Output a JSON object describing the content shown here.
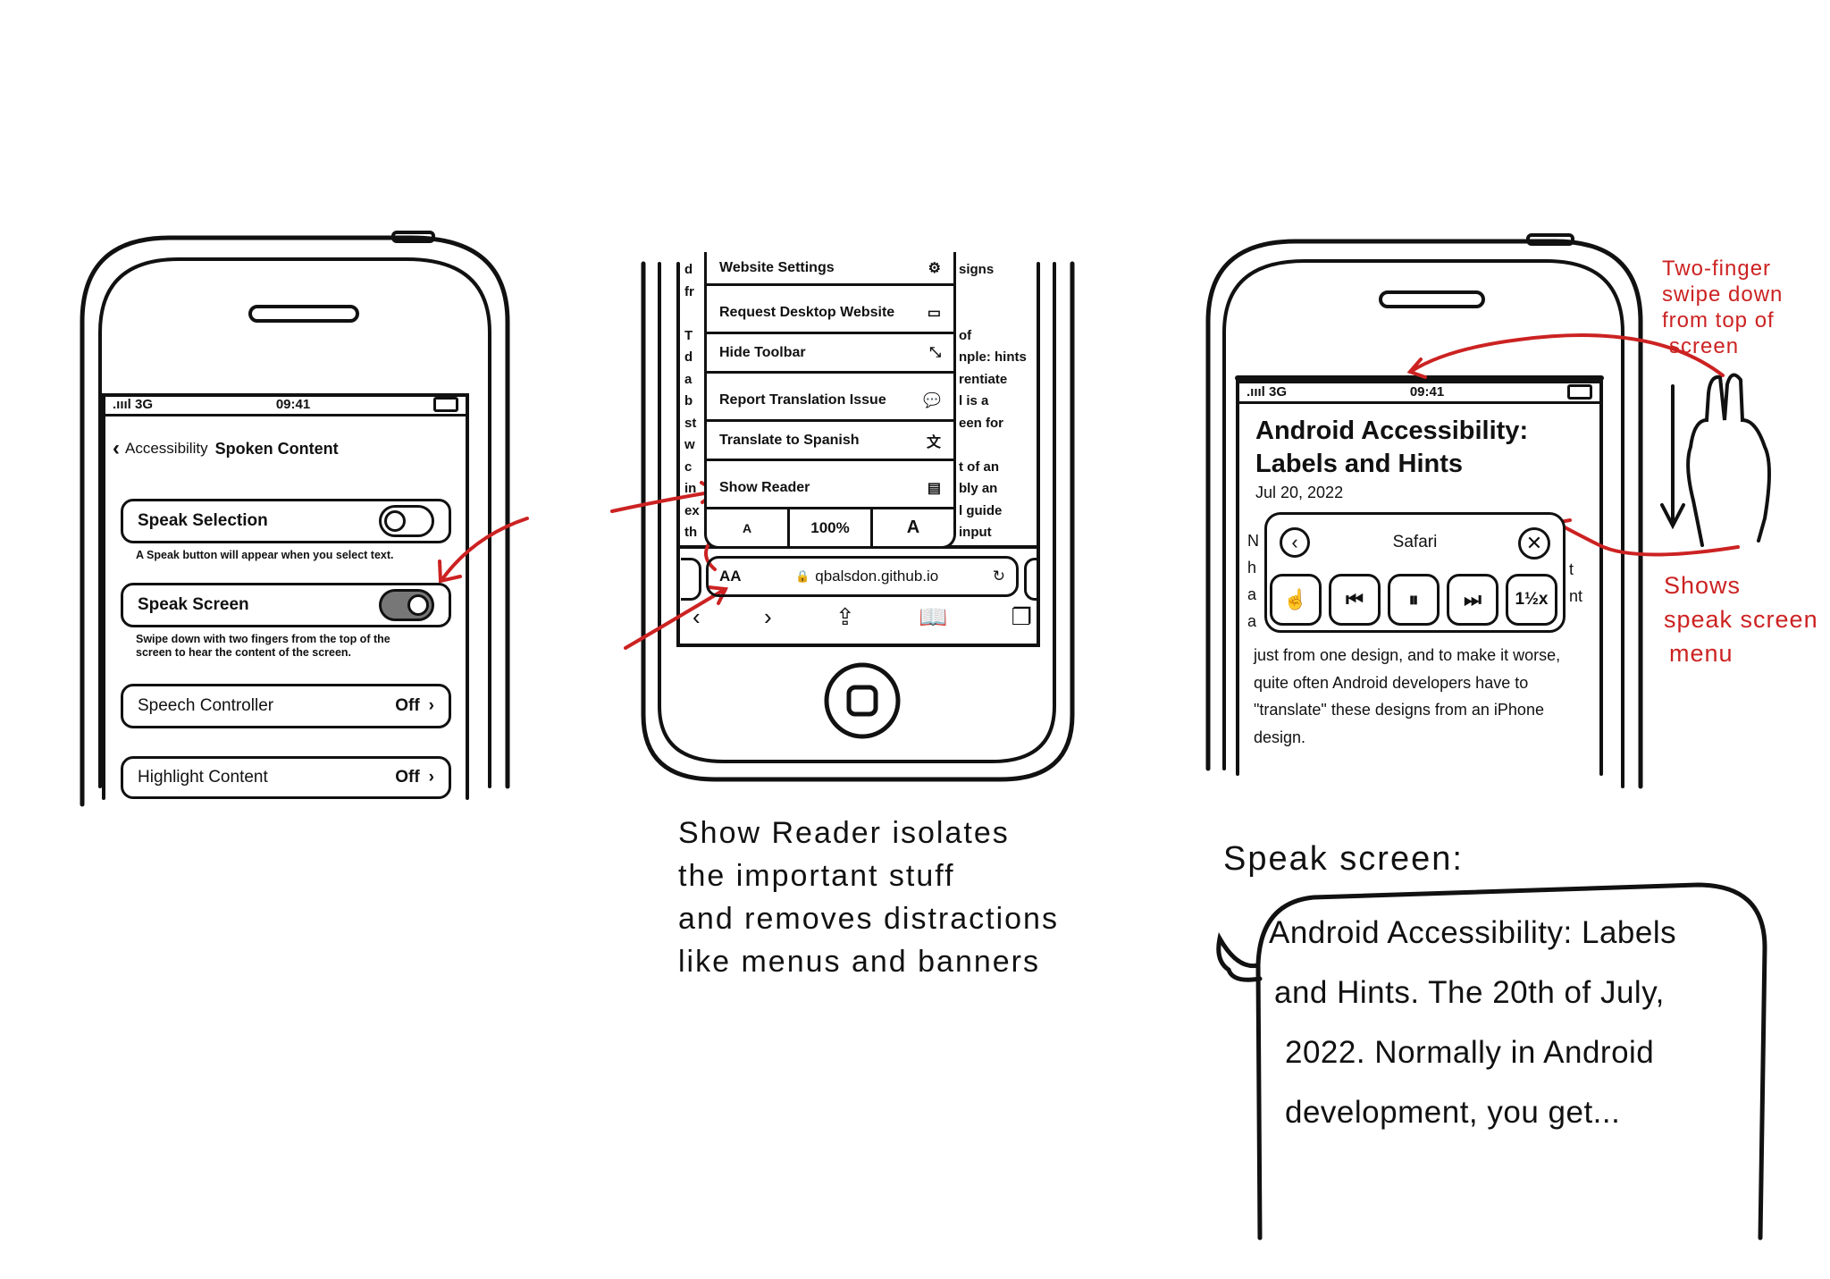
{
  "phone1": {
    "status": {
      "signal": ".ıııl 3G",
      "time": "09:41"
    },
    "nav": {
      "back_label": "Accessibility",
      "title": "Spoken Content"
    },
    "rows": [
      {
        "label": "Speak Selection",
        "toggle": "off",
        "help": "A Speak button will appear when you select text."
      },
      {
        "label": "Speak Screen",
        "toggle": "on",
        "help": "Swipe down with two fingers from the top of the screen to hear the content of the screen."
      },
      {
        "label": "Speech Controller",
        "value": "Off"
      },
      {
        "label": "Highlight Content",
        "value": "Off"
      }
    ]
  },
  "phone2": {
    "menu": [
      {
        "label": "Website Settings",
        "icon": "gear-icon"
      },
      {
        "label": "Request Desktop Website",
        "icon": "monitor-icon"
      },
      {
        "label": "Hide Toolbar",
        "icon": "expand-arrows-icon"
      },
      {
        "label": "Report Translation Issue",
        "icon": "speech-bubble-alert-icon"
      },
      {
        "label": "Translate to Spanish",
        "icon": "translate-icon"
      },
      {
        "label": "Show Reader",
        "icon": "reader-icon"
      }
    ],
    "text_size": {
      "smaller": "A",
      "zoom": "100%",
      "larger": "A"
    },
    "address_bar": {
      "aa": "AA",
      "url": "qbalsdon.github.io"
    },
    "bg_left": "d\nfr\n\nT\nd\na\nb\nst\nw\nc\nin\nex\nth",
    "bg_right": "signs\n\n\nof\nnple: hints\nrentiate\nl is a\neen for\n\nt of an\nbly an\nl guide\ninput"
  },
  "phone3": {
    "status": {
      "signal": ".ıııl 3G",
      "time": "09:41"
    },
    "article_title_1": "Android Accessibility:",
    "article_title_2": "Labels and Hints",
    "date": "Jul 20, 2022",
    "speak_menu": {
      "title": "Safari",
      "speed": "1½x"
    },
    "body_lines": [
      "just from one design, and to make it worse,",
      "quite often Android developers have to",
      "\"translate\" these designs from an iPhone",
      "design."
    ],
    "partial_left": [
      "N",
      "h",
      "a",
      "a"
    ],
    "partial_right": [
      "t",
      "nt"
    ]
  },
  "annotations": {
    "show_reader_caption": [
      "Show Reader isolates",
      "the important stuff",
      "and removes distractions",
      "like menus and banners"
    ],
    "gesture_note": [
      "Two-finger",
      "swipe down",
      "from top of",
      "screen"
    ],
    "menu_note": [
      "Shows",
      "speak screen",
      "menu"
    ],
    "speak_screen_heading": "Speak screen:",
    "speech_lines": [
      "Android Accessibility: Labels",
      "and Hints. The 20th of July,",
      "2022. Normally in Android",
      "development, you get..."
    ]
  },
  "colors": {
    "ink": "#111111",
    "annotation_red": "#cc2222",
    "toggle_on": "#777777"
  }
}
